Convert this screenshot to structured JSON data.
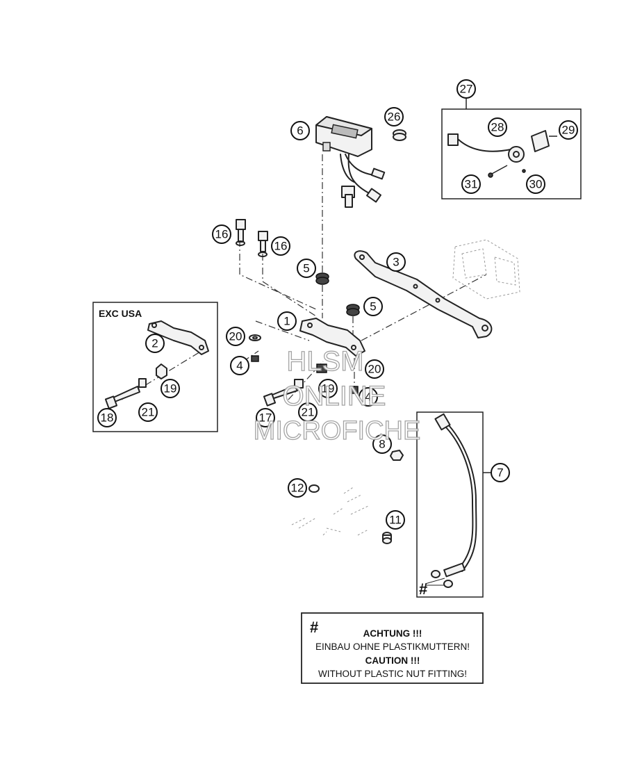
{
  "callouts": {
    "c1": "1",
    "c2": "2",
    "c3": "3",
    "c4a": "4",
    "c4b": "4",
    "c5a": "5",
    "c5b": "5",
    "c6": "6",
    "c7": "7",
    "c8": "8",
    "c11": "11",
    "c12": "12",
    "c16a": "16",
    "c16b": "16",
    "c17": "17",
    "c18": "18",
    "c19a": "19",
    "c19b": "19",
    "c20a": "20",
    "c20b": "20",
    "c21a": "21",
    "c21b": "21",
    "c26": "26",
    "c27": "27",
    "c28": "28",
    "c29": "29",
    "c30": "30",
    "c31": "31"
  },
  "inset": {
    "label": "EXC USA"
  },
  "sensor_note_symbol": "#",
  "notice": {
    "symbol": "#",
    "line1": "ACHTUNG !!!",
    "line2": "EINBAU OHNE PLASTIKMUTTERN!",
    "line3": "CAUTION !!!",
    "line4": "WITHOUT PLASTIC NUT FITTING!"
  },
  "watermark": {
    "line1": "HLSM",
    "line2": "ONLINE",
    "line3": "MICROFICHE"
  }
}
